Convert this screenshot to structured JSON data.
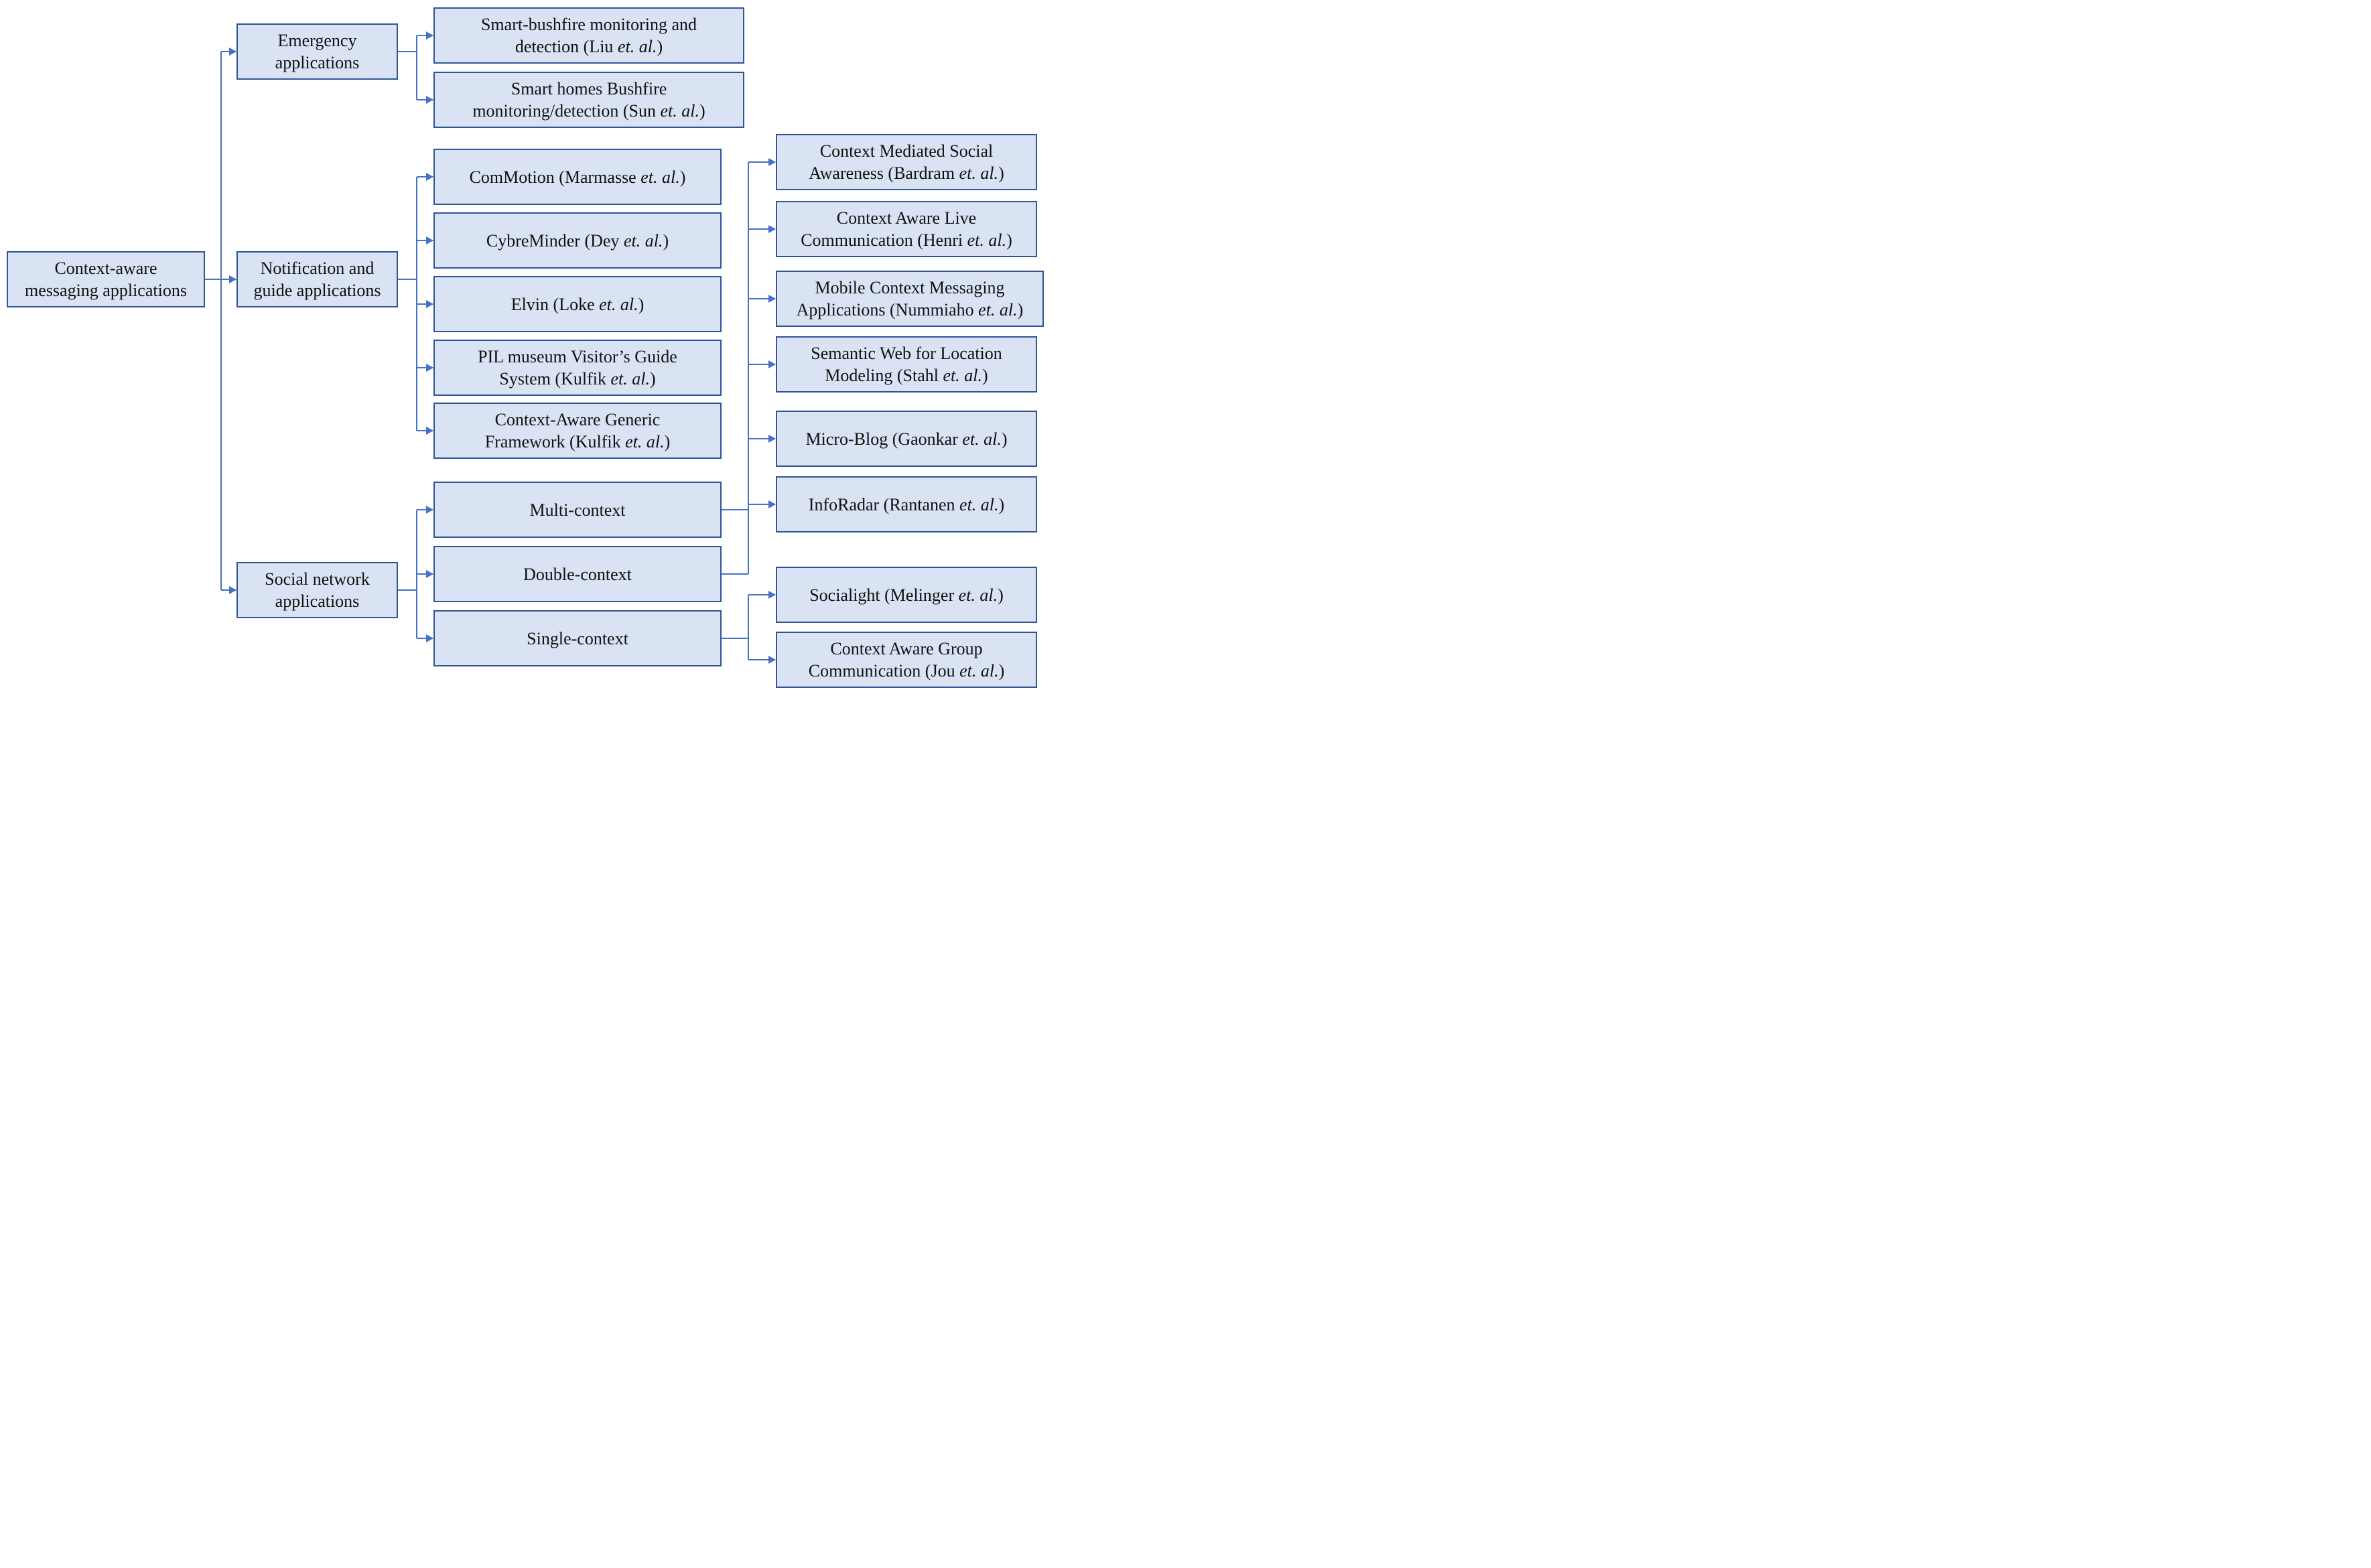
{
  "colors": {
    "box_fill": "#dae3f3",
    "box_border": "#2f5597",
    "connector": "#4472c4",
    "text": "#111111"
  },
  "nodes": {
    "root": {
      "lines": [
        "Context-aware",
        "messaging applications"
      ]
    },
    "emergency": {
      "lines": [
        "Emergency",
        "applications"
      ]
    },
    "notification": {
      "lines": [
        "Notification and",
        "guide applications"
      ]
    },
    "social": {
      "lines": [
        "Social network",
        "applications"
      ]
    },
    "bushfire_liu": {
      "lines": [
        "Smart-bushfire monitoring and",
        "detection (Liu "
      ],
      "cite": [
        "et. al.",
        ")"
      ]
    },
    "bushfire_sun": {
      "lines": [
        "Smart homes Bushfire",
        "monitoring/detection (Sun "
      ],
      "cite": [
        "et. al.",
        ")"
      ]
    },
    "commotion": {
      "lines": [
        "ComMotion (Marmasse "
      ],
      "cite": [
        "et. al.",
        ")"
      ]
    },
    "cybreminder": {
      "lines": [
        "CybreMinder (Dey "
      ],
      "cite": [
        "et. al.",
        ")"
      ]
    },
    "elvin": {
      "lines": [
        "Elvin (Loke "
      ],
      "cite": [
        "et. al.",
        ")"
      ]
    },
    "pil": {
      "lines": [
        "PIL museum Visitor’s Guide",
        "System (Kulfik "
      ],
      "cite": [
        "et. al.",
        ")"
      ]
    },
    "generic": {
      "lines": [
        "Context-Aware Generic",
        "Framework (Kulfik "
      ],
      "cite": [
        "et. al.",
        ")"
      ]
    },
    "multi": {
      "lines": [
        "Multi-context"
      ]
    },
    "double": {
      "lines": [
        "Double-context"
      ]
    },
    "single": {
      "lines": [
        "Single-context"
      ]
    },
    "bardram": {
      "lines": [
        "Context Mediated Social",
        "Awareness (Bardram "
      ],
      "cite": [
        "et. al.",
        ")"
      ]
    },
    "henri": {
      "lines": [
        "Context Aware Live",
        "Communication (Henri "
      ],
      "cite": [
        "et. al.",
        ")"
      ]
    },
    "nummiaho": {
      "lines": [
        "Mobile Context Messaging",
        "Applications (Nummiaho "
      ],
      "cite": [
        "et. al.",
        ")"
      ]
    },
    "stahl": {
      "lines": [
        "Semantic Web for Location",
        "Modeling (Stahl "
      ],
      "cite": [
        "et. al.",
        ")"
      ]
    },
    "gaonkar": {
      "lines": [
        "Micro-Blog (Gaonkar "
      ],
      "cite": [
        "et. al.",
        ")"
      ]
    },
    "rantanen": {
      "lines": [
        "InfoRadar (Rantanen "
      ],
      "cite": [
        "et. al.",
        ")"
      ]
    },
    "melinger": {
      "lines": [
        "Socialight (Melinger "
      ],
      "cite": [
        "et. al.",
        ")"
      ]
    },
    "jou": {
      "lines": [
        "Context Aware Group",
        "Communication (Jou "
      ],
      "cite": [
        "et. al.",
        ")"
      ]
    }
  }
}
